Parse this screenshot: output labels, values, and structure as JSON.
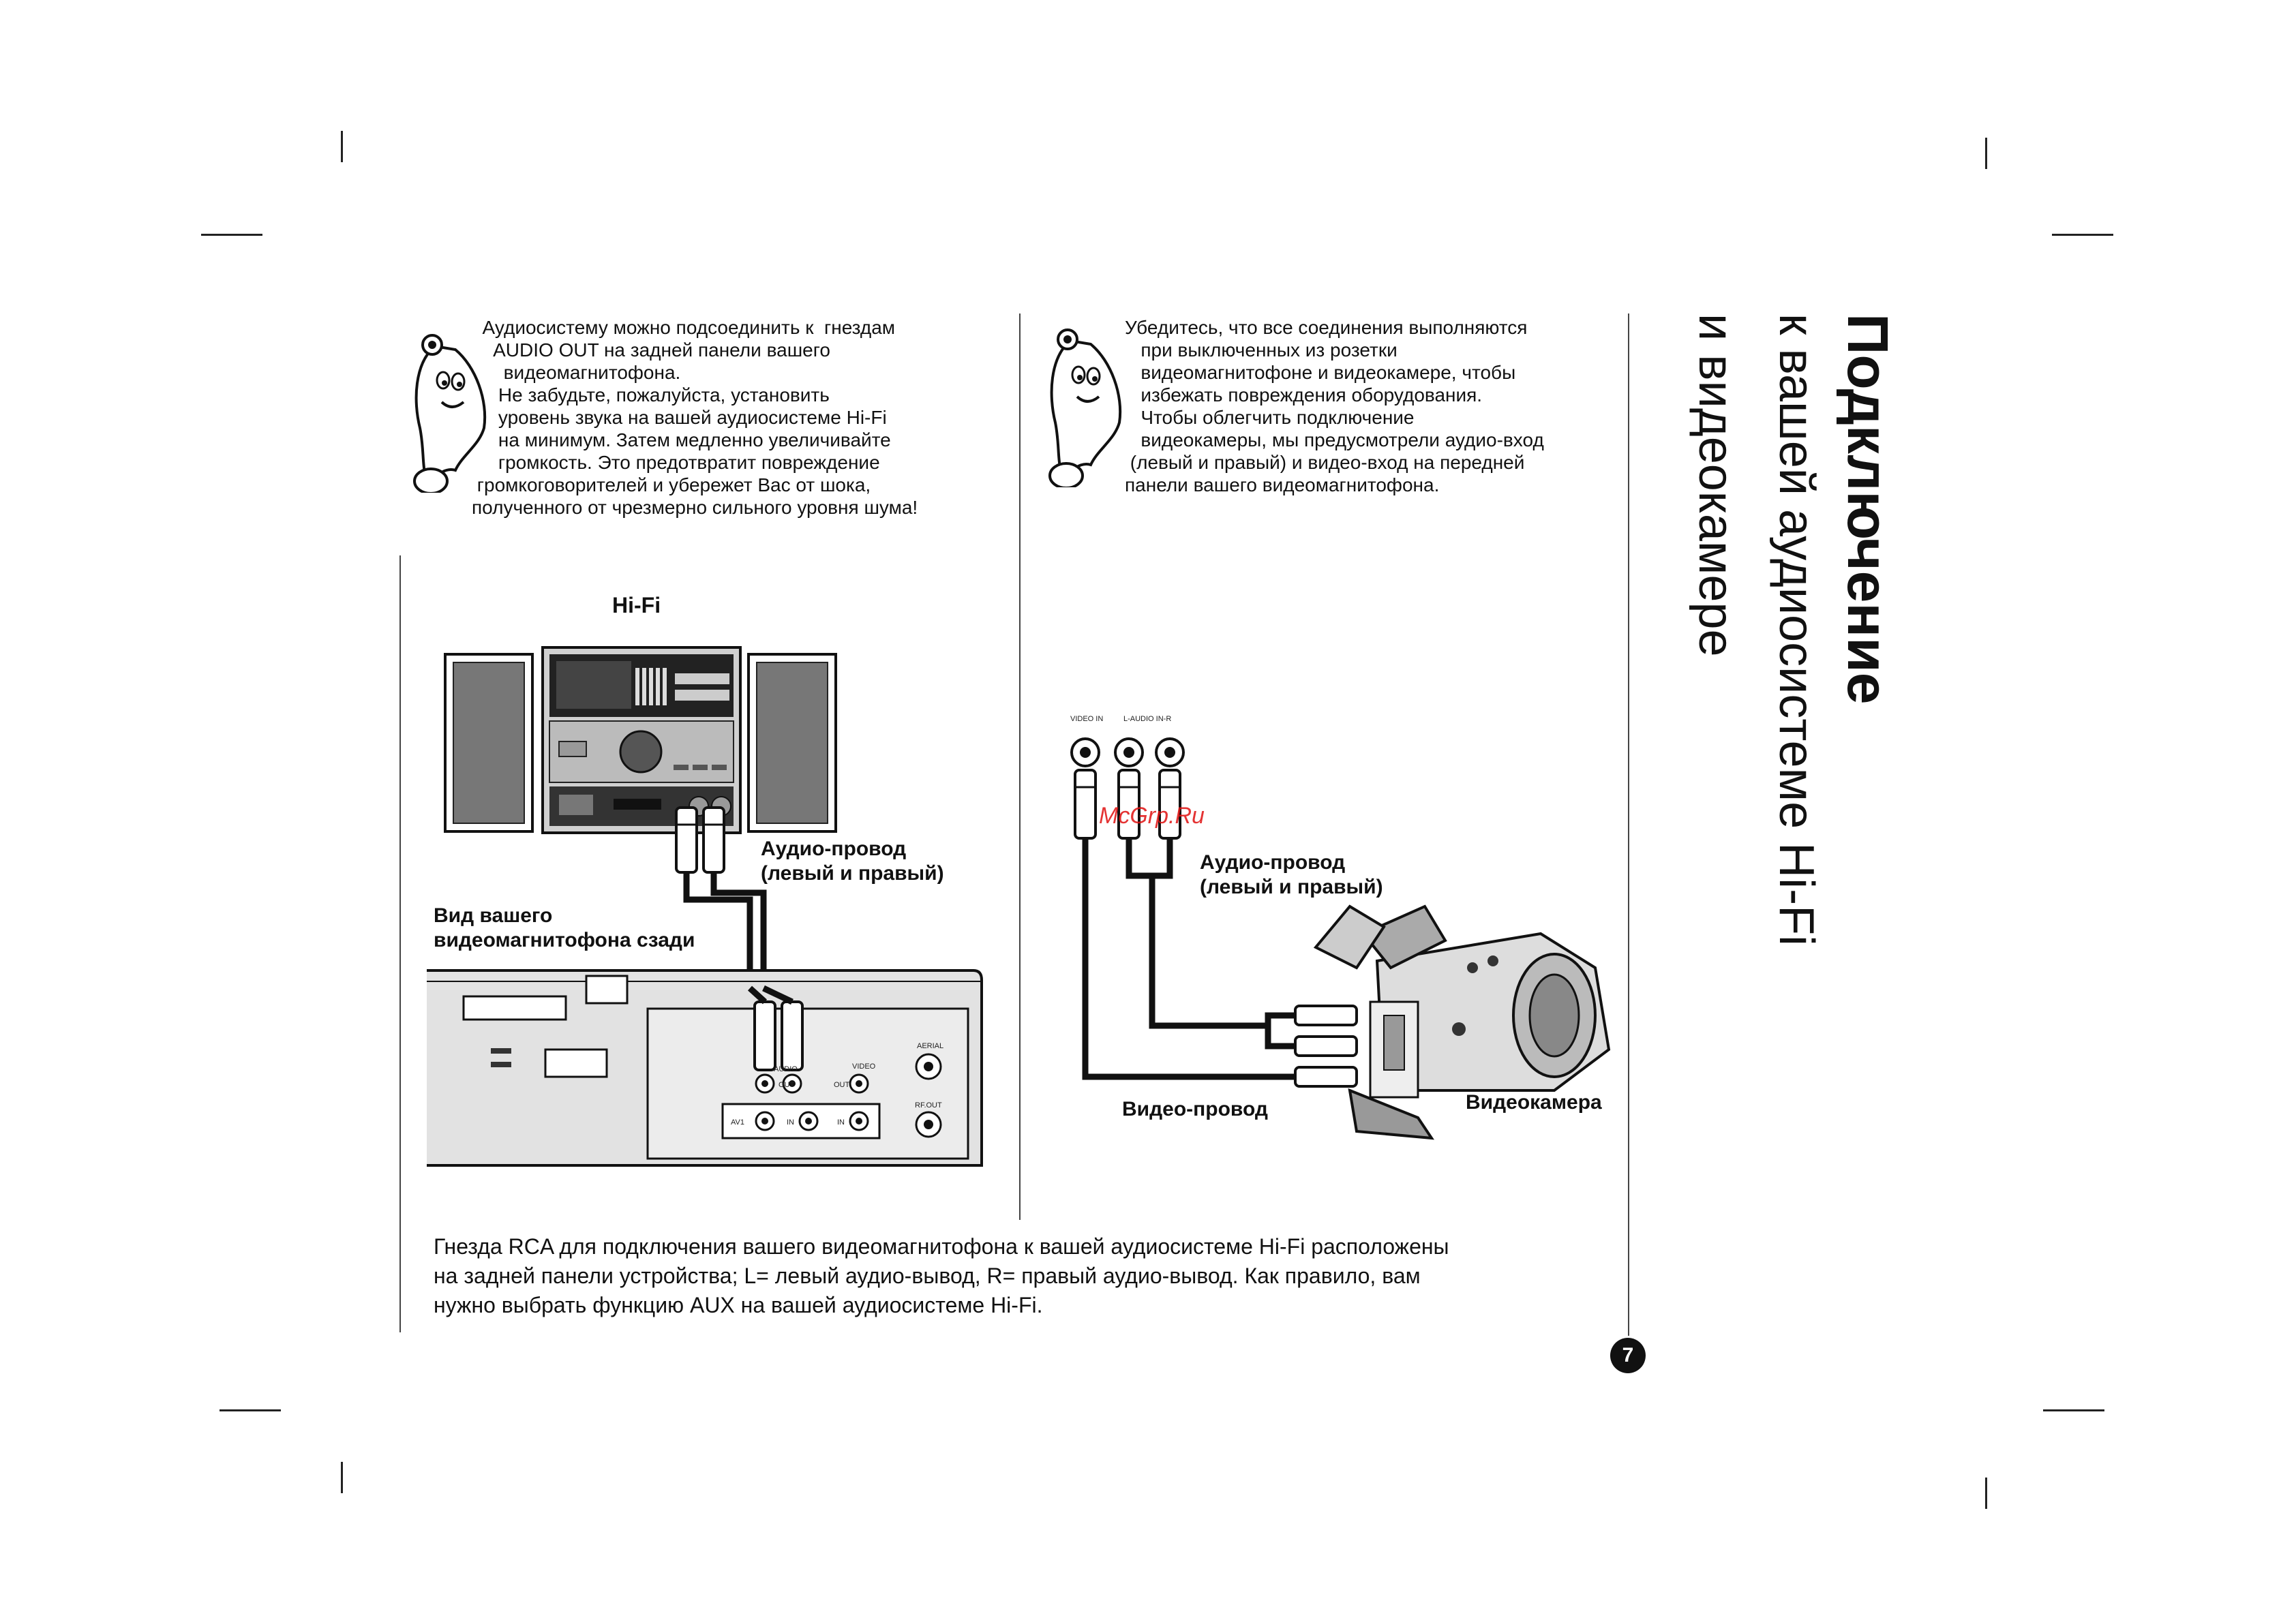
{
  "title": {
    "main": "Подключение",
    "line2": "к вашей аудиосистеме Hi-Fi",
    "line3": "и видеокамере"
  },
  "note_left": "  Аудиосистему можно подсоединить к  гнездам\n    AUDIO OUT на задней панели вашего\n      видеомагнитофона.\n     Не забудьте, пожалуйста, установить\n     уровень звука на вашей аудиосистеме Hi-Fi\n     на минимум. Затем медленно увеличивайте\n     громкость. Это предотвратит повреждение\n громкоговорителей и убережет Вас от шока,\nполученного от чрезмерно сильного уровня шума!",
  "note_right": "Убедитесь, что все соединения выполняются\n   при выключенных из розетки\n   видеомагнитофоне и видеокамере, чтобы\n   избежать повреждения оборудования.\n   Чтобы облегчить подключение\n   видеокамеры, мы предусмотрели аудио-вход\n (левый и правый) и видео-вход на передней\nпанели вашего видеомагнитофона.",
  "left_diagram": {
    "hifi_label": "Hi-Fi",
    "audio_cable": "Аудио-провод\n(левый и правый)",
    "vcr_rear": "Вид вашего\nвидеомагнитофона сзади",
    "panel": {
      "audio": "AUDIO",
      "out1": "OUT",
      "out2": "OUT",
      "video": "VIDEO",
      "aerial": "AERIAL",
      "rfout": "RF.OUT",
      "av1": "AV1",
      "in1": "IN",
      "in2": "IN"
    }
  },
  "right_diagram": {
    "video_in": "VIDEO IN",
    "audio_in": "L-AUDIO IN-R",
    "audio_cable": "Аудио-провод\n(левый и правый)",
    "video_cable": "Видео-провод",
    "camcorder": "Видеокамера"
  },
  "watermark": "McGrp.Ru",
  "footer": "Гнезда RCA для подключения вашего видеомагнитофона к вашей аудиосистеме Hi-Fi расположены\nна задней панели устройства; L= левый аудио-вывод, R= правый аудио-вывод. Как правило, вам\nнужно выбрать функцию AUX на вашей аудиосистеме Hi-Fi.",
  "page_number": "7"
}
